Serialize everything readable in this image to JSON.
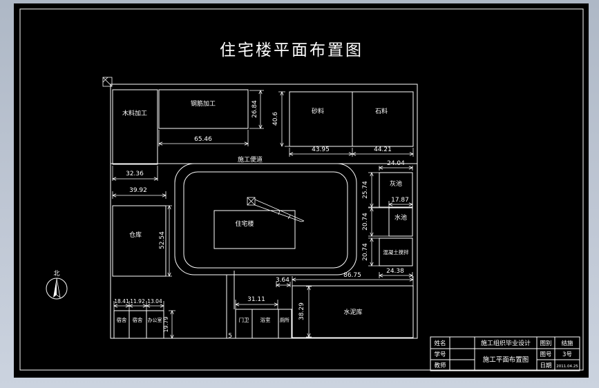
{
  "colors": {
    "background_top": "#aeb8c6",
    "background_bottom": "#cbd3df",
    "paper": "#000000",
    "line": "#ffffff"
  },
  "plan": {
    "title": "住宅楼平面布置图",
    "north": "北",
    "road": "施工便道",
    "marker5": "5",
    "buildings": {
      "wood": "木料加工",
      "rebar": "钢筋加工",
      "sand": "砂料",
      "stone": "石料",
      "warehouse": "仓库",
      "residence": "住宅楼",
      "lime_pool": "灰池",
      "water_pool": "水池",
      "concrete_mixer": "混凝土搅拌",
      "cement_store": "水泥库",
      "dorm1": "宿舍",
      "dorm2": "宿舍",
      "office": "办公室",
      "gatehouse": "门卫",
      "bathroom": "浴室",
      "toilet": "厕所"
    },
    "dims": {
      "wood_w": "32.36",
      "rebar_w": "65.46",
      "rebar_h": "26.84",
      "yard_h": "40.6",
      "sand_w": "43.95",
      "stone_w": "44.21",
      "warehouse_w": "39.92",
      "warehouse_h": "52.54",
      "lime_w": "24.04",
      "lime_h": "25.74",
      "water_w": "17.87",
      "water_h": "20.74",
      "mixer_h": "20.74",
      "mixer_w": "24.38",
      "cement_w": "86.75",
      "cement_h": "38.29",
      "gap": "3.64",
      "rooms_w": "31.11",
      "dorm1_w": "18.41",
      "dorm2_w": "11.92",
      "office_w": "13.04",
      "dorm_h": "19.79"
    }
  },
  "titleblock": {
    "name_label": "姓名",
    "id_label": "学号",
    "teacher_label": "教师",
    "project": "施工组织毕业设计",
    "drawing": "施工平面布置图",
    "type_label": "图别",
    "type_value": "结施",
    "no_label": "图号",
    "no_value": "3号",
    "date_label": "日期",
    "date_value": "2011.04.25"
  }
}
